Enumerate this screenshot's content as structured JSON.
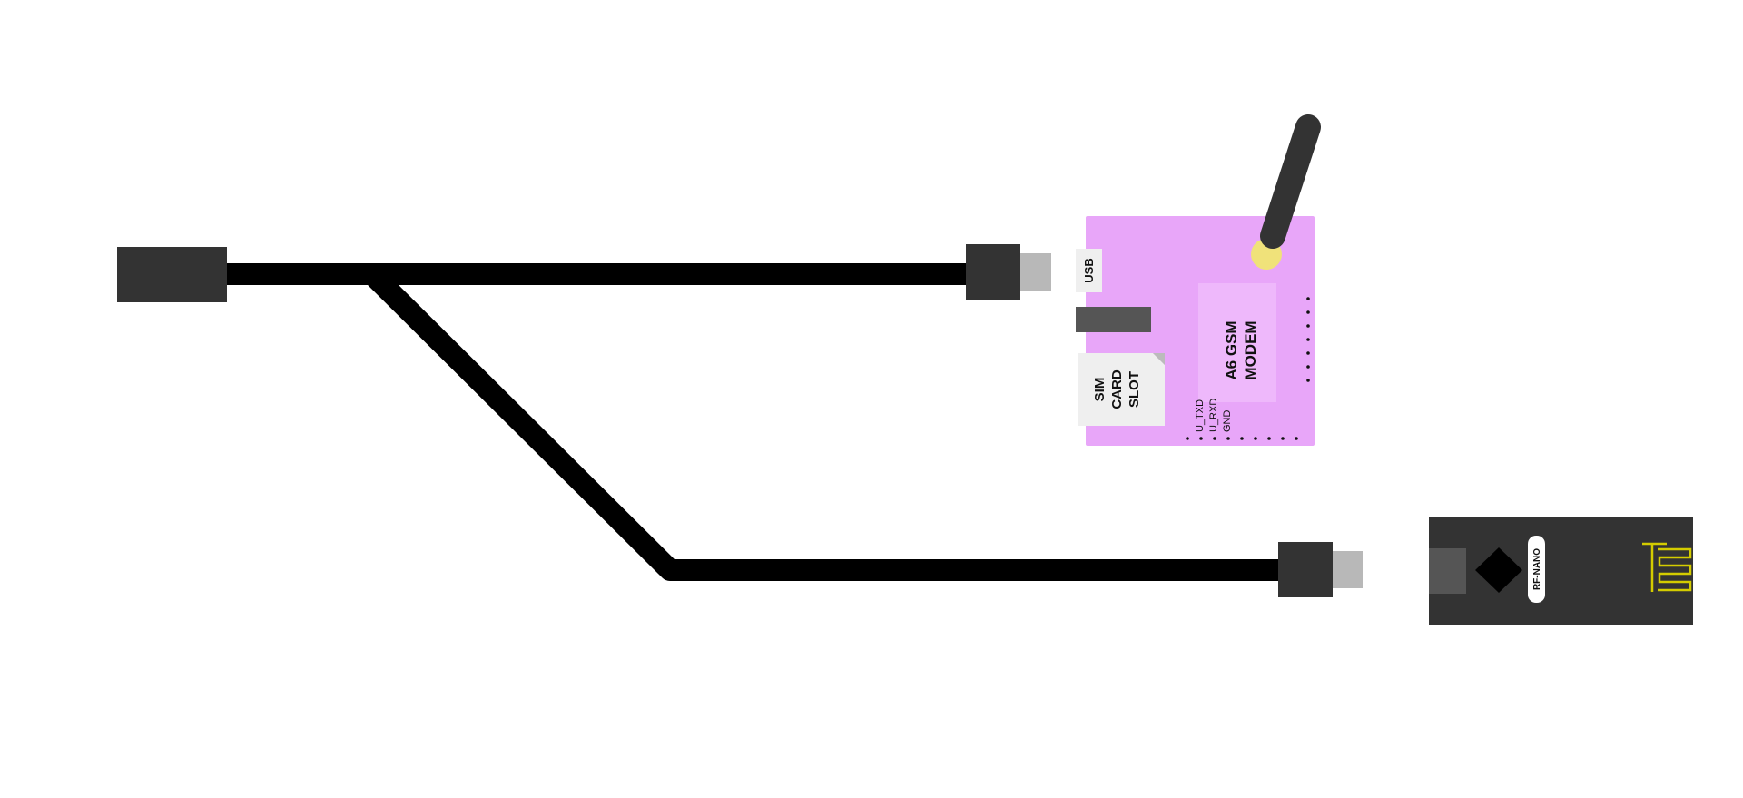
{
  "diagram": {
    "modem": {
      "title_line1": "A6 GSM",
      "title_line2": "MODEM",
      "usb_label": "USB",
      "sim_line1": "SIM",
      "sim_line2": "CARD",
      "sim_line3": "SLOT",
      "pin_txd": "U_TXD",
      "pin_rxd": "U_RXD",
      "pin_gnd": "GND"
    },
    "rf_nano": {
      "label": "RF-NANO"
    }
  },
  "colors": {
    "cable": "#000000",
    "connector": "#333333",
    "plug_tip": "#b8b8b8",
    "modem_board": "#e8a6f9",
    "modem_chip": "#eeb8fb",
    "sim_slot": "#efefef",
    "antenna": "#333333",
    "antenna_base": "#f0e27a",
    "rf_board": "#333333",
    "rf_pcb_antenna": "#d4cc00",
    "label_text": "#111111"
  }
}
